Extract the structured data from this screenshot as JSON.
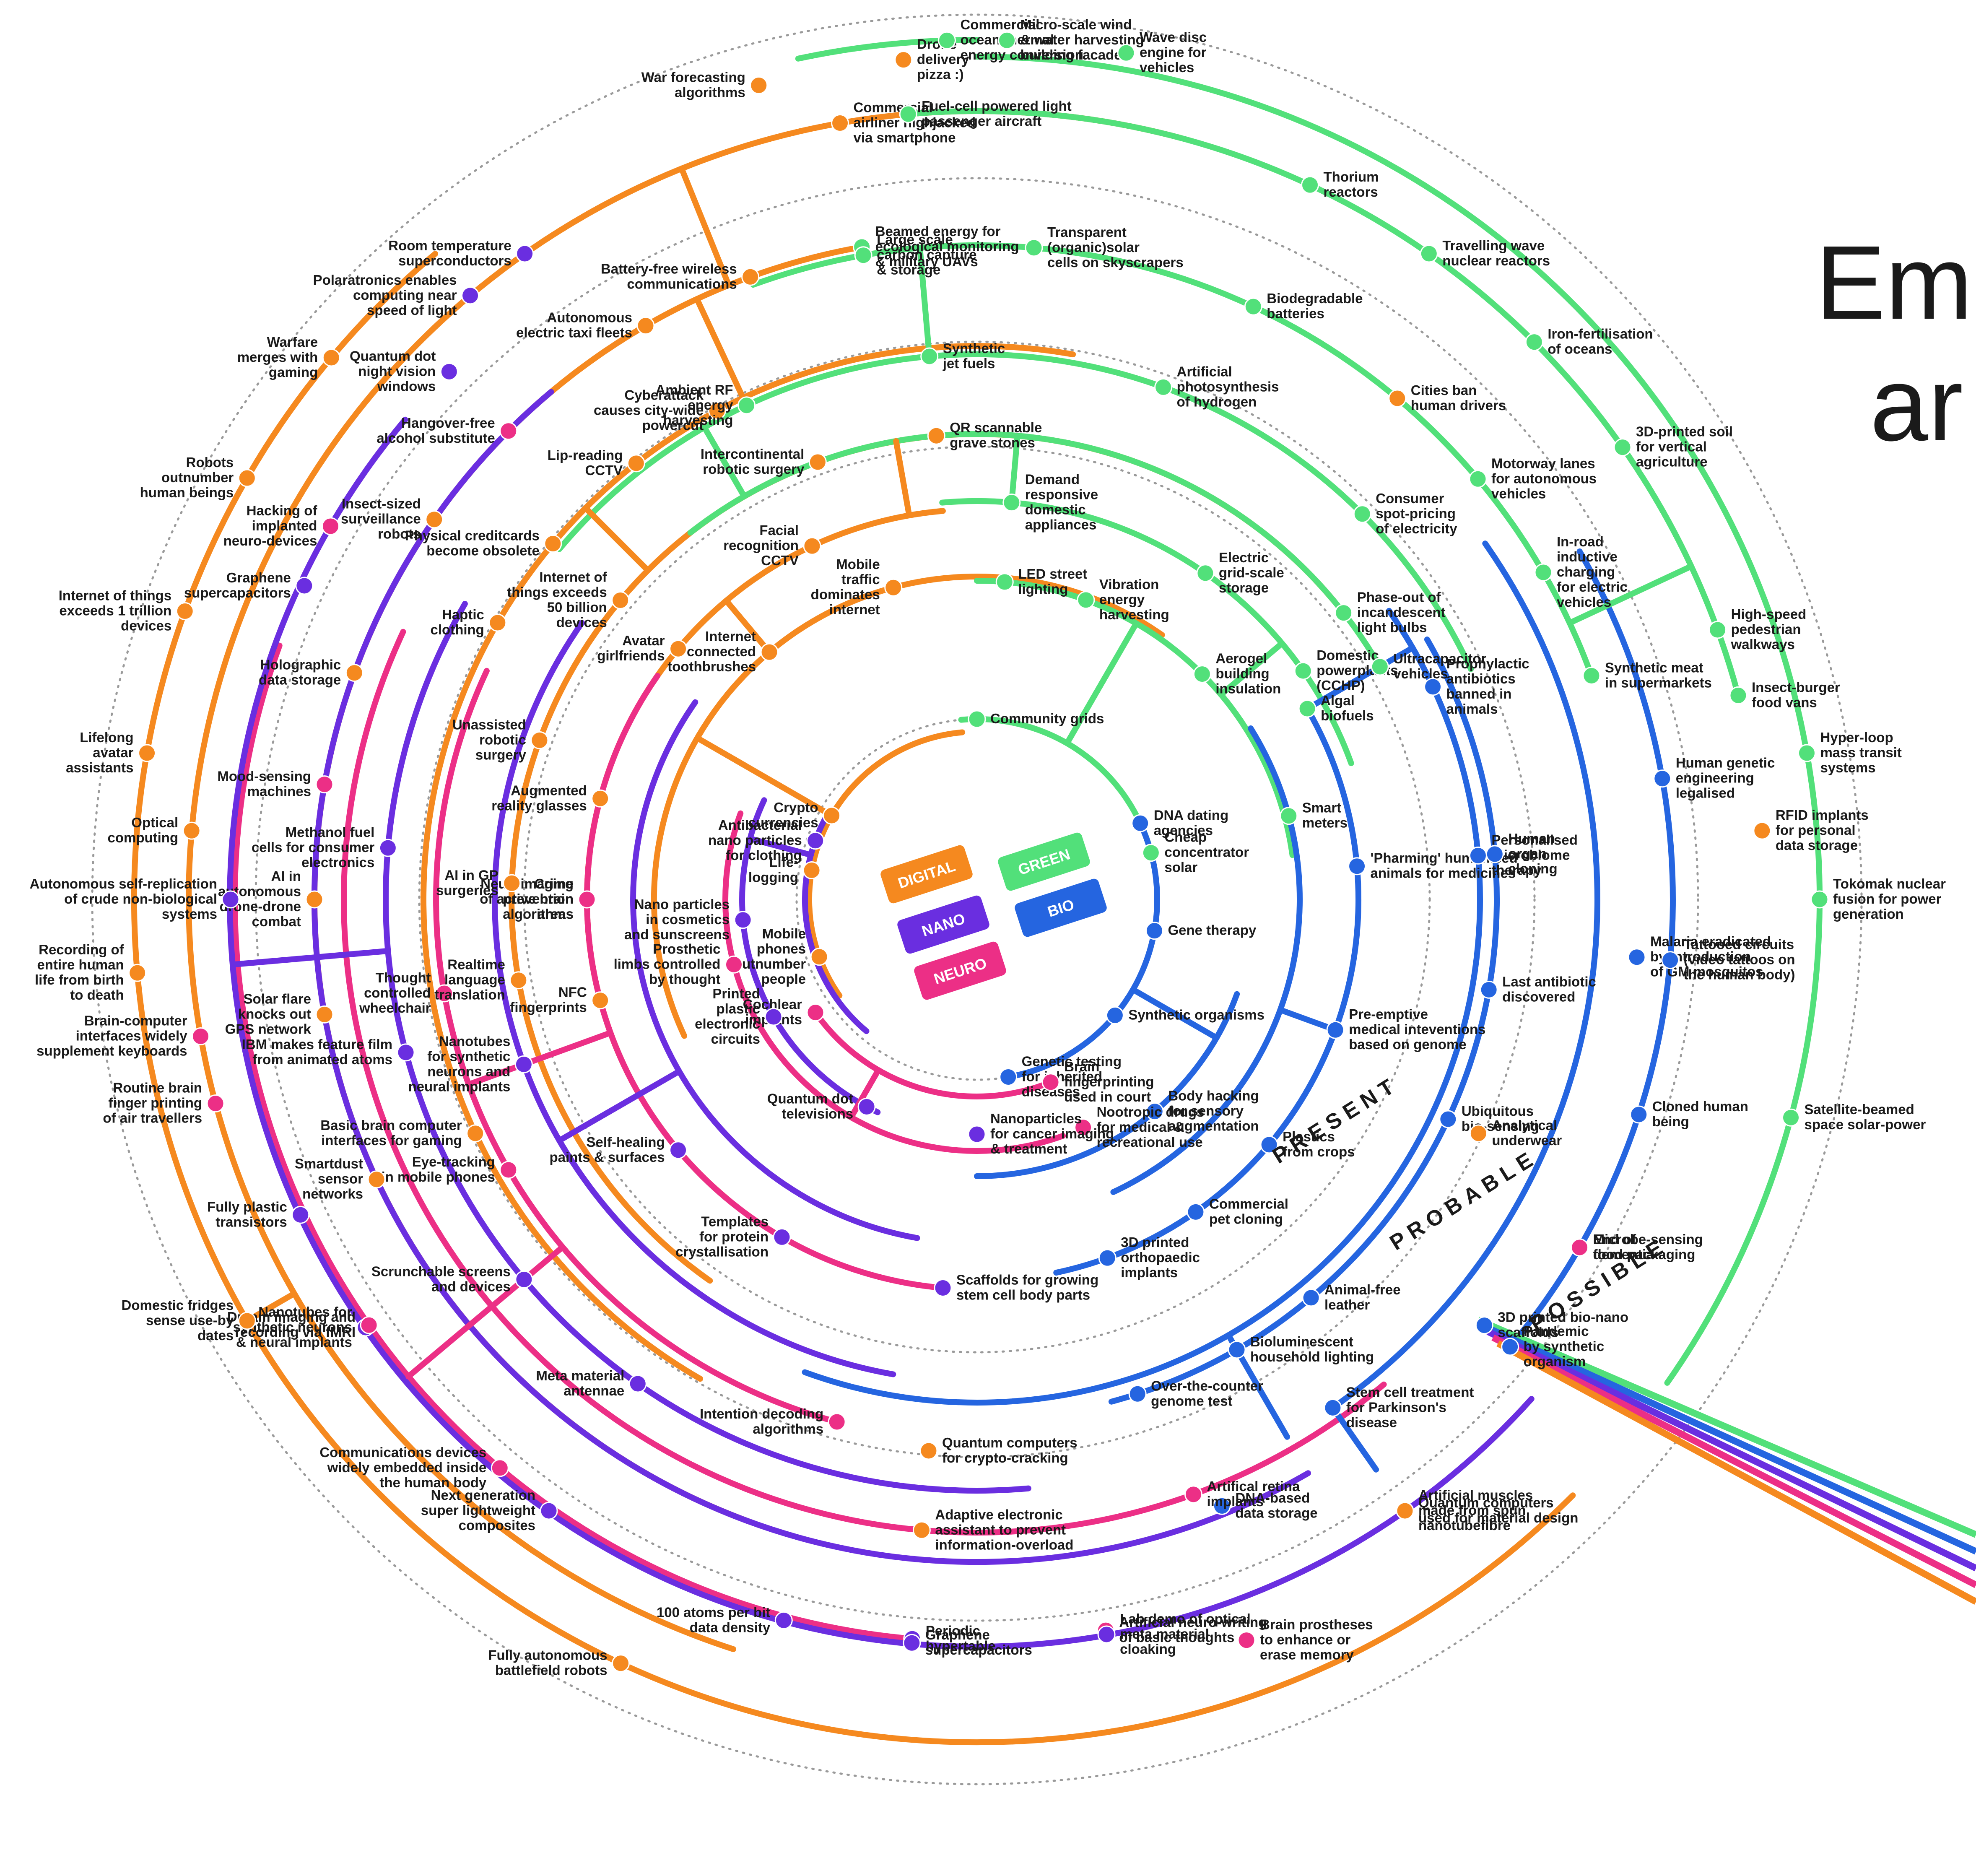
{
  "title": {
    "line1": "Eme",
    "line2": "ar"
  },
  "colors": {
    "digital": "#f5891f",
    "green": "#52e07a",
    "nano": "#6a2ee0",
    "neuro": "#ec2f86",
    "bio": "#2565e0"
  },
  "categories": [
    {
      "key": "digital",
      "label": "DIGITAL",
      "color": "#f5891f"
    },
    {
      "key": "green",
      "label": "GREEN",
      "color": "#52e07a"
    },
    {
      "key": "nano",
      "label": "NANO",
      "color": "#6a2ee0"
    },
    {
      "key": "bio",
      "label": "BIO",
      "color": "#2565e0"
    },
    {
      "key": "neuro",
      "label": "NEURO",
      "color": "#ec2f86"
    }
  ],
  "eras": [
    "PRESENT",
    "PROBABLE",
    "POSSIBLE"
  ],
  "items": [
    {
      "t": "Crypto\ncurrencies",
      "c": "digital"
    },
    {
      "t": "Life-\nlogging",
      "c": "digital"
    },
    {
      "t": "Mobile\nphones\noutnumber\npeople",
      "c": "digital"
    },
    {
      "t": "Community grids",
      "c": "green"
    },
    {
      "t": "Cheap\nconcentrator\nsolar",
      "c": "green"
    },
    {
      "t": "Smart\nmeters",
      "c": "green"
    },
    {
      "t": "DNA dating\nagencies",
      "c": "bio"
    },
    {
      "t": "Gene therapy",
      "c": "bio"
    },
    {
      "t": "Synthetic organisms",
      "c": "bio"
    },
    {
      "t": "Genetic testing\nfor inherited\ndiseases",
      "c": "bio"
    },
    {
      "t": "Body hacking\nfor sensory\naugmentation",
      "c": "bio"
    },
    {
      "t": "Nootropic drugs\nfor medical &\nrecreational use",
      "c": "neuro"
    },
    {
      "t": "Brain\nfingerprinting\nused in court",
      "c": "neuro"
    },
    {
      "t": "Cochlear\nimplants",
      "c": "neuro"
    },
    {
      "t": "Antibacterial\nnano particles\nfor clothing",
      "c": "nano"
    },
    {
      "t": "Quantum dot\ntelevisions",
      "c": "nano"
    },
    {
      "t": "Nanoparticles\nfor cancer imaging\n& treatment",
      "c": "nano"
    },
    {
      "t": "Printed\nplastic\nelectronic\ncircuits",
      "c": "nano"
    },
    {
      "t": "Nano particles\nin cosmetics\nand sunscreens",
      "c": "nano"
    },
    {
      "t": "Prosthetic\nlimbs controlled\nby thought",
      "c": "neuro"
    },
    {
      "t": "Internet\nconnected\ntoothbrushes",
      "c": "digital"
    },
    {
      "t": "Mobile\ntraffic\ndominates\ninternet",
      "c": "digital"
    },
    {
      "t": "Vibration\nenergy\nharvesting",
      "c": "green"
    },
    {
      "t": "Aerogel\nbuilding\ninsulation",
      "c": "green"
    },
    {
      "t": "LED street\nlighting",
      "c": "green"
    },
    {
      "t": "Demand\nresponsive\ndomestic\nappliances",
      "c": "green"
    },
    {
      "t": "Electric\ngrid-scale\nstorage",
      "c": "green"
    },
    {
      "t": "Domestic\npowerplants\n(CCHP)",
      "c": "green"
    },
    {
      "t": "Phase-out of\nincandescent\nlight bulbs",
      "c": "green"
    },
    {
      "t": "Algal\nbiofuels",
      "c": "green"
    },
    {
      "t": "Ultracapacitor\nvehicles",
      "c": "green"
    },
    {
      "t": "'Pharming' humanised\nanimals for medicines",
      "c": "bio"
    },
    {
      "t": "Pre-emptive\nmedical inteventions\nbased on genome",
      "c": "bio"
    },
    {
      "t": "Plastics\nfrom crops",
      "c": "bio"
    },
    {
      "t": "Commercial\npet cloning",
      "c": "bio"
    },
    {
      "t": "3D printed\northopaedic\nimplants",
      "c": "bio"
    },
    {
      "t": "Personalised\nmicrobiome\ntherapy",
      "c": "bio"
    },
    {
      "t": "Prophylactic\nantibiotics\nbanned in\nanimals",
      "c": "bio"
    },
    {
      "t": "Scaffolds for growing\nstem cell body parts",
      "c": "nano"
    },
    {
      "t": "Templates\nfor protein\ncrystallisation",
      "c": "nano"
    },
    {
      "t": "Self-healing\npaints & surfaces",
      "c": "nano"
    },
    {
      "t": "Crime\nprevention\nalgorithms",
      "c": "digital"
    },
    {
      "t": "Augmented\nreality glasses",
      "c": "digital"
    },
    {
      "t": "NFC\nfingerprints",
      "c": "digital"
    },
    {
      "t": "Avatar\ngirlfriends",
      "c": "digital"
    },
    {
      "t": "Facial\nrecognition\nCCTV",
      "c": "digital"
    },
    {
      "t": "QR scannable\ngrave stones",
      "c": "digital"
    },
    {
      "t": "Intercontinental\nrobotic surgery",
      "c": "digital"
    },
    {
      "t": "Neuroimaging\nof active brain\nareas",
      "c": "neuro"
    },
    {
      "t": "Nanotubes\nfor synthetic\nneurons and\nneural implants",
      "c": "nano"
    },
    {
      "t": "Thought\ncontrolled\nwheelchair",
      "c": "neuro"
    },
    {
      "t": "Basic brain computer\ninterfaces for gaming",
      "c": "digital"
    },
    {
      "t": "Realtime\nlanguage\ntranslation",
      "c": "digital"
    },
    {
      "t": "AI in GP\nsurgeries",
      "c": "digital"
    },
    {
      "t": "Unassisted\nrobotic\nsurgery",
      "c": "digital"
    },
    {
      "t": "Internet of\nthings exceeds\n50 billion\ndevices",
      "c": "digital"
    },
    {
      "t": "Lip-reading\nCCTV",
      "c": "digital"
    },
    {
      "t": "Cyberattack\ncauses city-wide\npowercut",
      "c": "digital"
    },
    {
      "t": "Ambient RF\nenergy\nharvesting",
      "c": "green"
    },
    {
      "t": "Synthetic\njet fuels",
      "c": "green"
    },
    {
      "t": "Artificial\nphotosynthesis\nof hydrogen",
      "c": "green"
    },
    {
      "t": "Consumer\nspot-pricing\nof electricity",
      "c": "green"
    },
    {
      "t": "Motorway lanes\nfor autonomous\nvehicles",
      "c": "green"
    },
    {
      "t": "In-road\ninductive\ncharging\nfor electric\nvehicles",
      "c": "green"
    },
    {
      "t": "Synthetic meat\nin supermarkets",
      "c": "green"
    },
    {
      "t": "Human\norgan\ncloning",
      "c": "bio"
    },
    {
      "t": "Last antibiotic\ndiscovered",
      "c": "bio"
    },
    {
      "t": "Ubiquitous\nbio-sensing",
      "c": "bio"
    },
    {
      "t": "Analytical\nunderwear",
      "c": "digital"
    },
    {
      "t": "Animal-free\nleather",
      "c": "bio"
    },
    {
      "t": "Bioluminescent\nhousehold lighting",
      "c": "bio"
    },
    {
      "t": "Over-the-counter\ngenome test",
      "c": "bio"
    },
    {
      "t": "Stem cell treatment\nfor Parkinson's\ndisease",
      "c": "bio"
    },
    {
      "t": "Quantum computers\nfor crypto-cracking",
      "c": "digital"
    },
    {
      "t": "Intention decoding\nalgorithms",
      "c": "neuro"
    },
    {
      "t": "Meta material\nantennae",
      "c": "nano"
    },
    {
      "t": "Scrunchable screens\nand devices",
      "c": "nano"
    },
    {
      "t": "Eye-tracking\nin mobile phones",
      "c": "neuro"
    },
    {
      "t": "IBM makes feature film\nfrom animated atoms",
      "c": "nano"
    },
    {
      "t": "Methanol fuel\ncells for consumer\nelectronics",
      "c": "nano"
    },
    {
      "t": "Smartdust\nsensor\nnetworks",
      "c": "digital"
    },
    {
      "t": "Solar flare\nknocks out\nGPS network",
      "c": "digital"
    },
    {
      "t": "AI in\nautonomous\ndrone-drone\ncombat",
      "c": "digital"
    },
    {
      "t": "Holographic\ndata storage",
      "c": "digital"
    },
    {
      "t": "Insect-sized\nsurveillance\nrobots",
      "c": "digital"
    },
    {
      "t": "Hangover-free\nalcohol substitute",
      "c": "neuro"
    },
    {
      "t": "Mood-sensing\nmachines",
      "c": "neuro"
    },
    {
      "t": "Haptic\nclothing",
      "c": "digital"
    },
    {
      "t": "Physical creditcards\nbecome obsolete",
      "c": "digital"
    },
    {
      "t": "Autonomous\nelectric taxi fleets",
      "c": "digital"
    },
    {
      "t": "Battery-free wireless\ncommunications",
      "c": "digital"
    },
    {
      "t": "Beamed energy for\necological monitoring\n& military UAVs",
      "c": "green"
    },
    {
      "t": "Large scale\ncarbon capture\n& storage",
      "c": "green"
    },
    {
      "t": "Transparent\n(organic)solar\ncells on skyscrapers",
      "c": "green"
    },
    {
      "t": "Biodegradable\nbatteries",
      "c": "green"
    },
    {
      "t": "Cities ban\nhuman drivers",
      "c": "digital"
    },
    {
      "t": "Commercial\nairliner highjacked\nvia smartphone",
      "c": "digital"
    },
    {
      "t": "Room temperature\nsuperconductors",
      "c": "nano"
    },
    {
      "t": "Quantum dot\nnight vision\nwindows",
      "c": "nano"
    },
    {
      "t": "Hacking of\nimplanted\nneuro-devices",
      "c": "neuro"
    },
    {
      "t": "Graphene\nsupercapacitors",
      "c": "nano"
    },
    {
      "t": "Fuel-cell powered light\npassenger aircraft",
      "c": "green"
    },
    {
      "t": "Travelling wave\nnuclear reactors",
      "c": "green"
    },
    {
      "t": "Thorium\nreactors",
      "c": "green"
    },
    {
      "t": "Iron-fertilisation\nof oceans",
      "c": "green"
    },
    {
      "t": "3D-printed soil\nfor vertical\nagriculture",
      "c": "green"
    },
    {
      "t": "High-speed\npedestrian\nwalkways",
      "c": "green"
    },
    {
      "t": "Insect-burger\nfood vans",
      "c": "green"
    },
    {
      "t": "Hyper-loop\nmass transit\nsystems",
      "c": "green"
    },
    {
      "t": "Tokomak nuclear\nfusion for power\ngeneration",
      "c": "green"
    },
    {
      "t": "Satellite-beamed\nspace solar-power",
      "c": "green"
    },
    {
      "t": "RFID implants\nfor personal\ndata storage",
      "c": "digital"
    },
    {
      "t": "Malaria eradicated\nby introduction\nof GM mosquitos",
      "c": "bio"
    },
    {
      "t": "Human genetic\nengineering\nlegalised",
      "c": "bio"
    },
    {
      "t": "Tattooed circuits\n(video tattoos on\nthe human body)",
      "c": "bio"
    },
    {
      "t": "Cloned human\nbeing",
      "c": "bio"
    },
    {
      "t": "Microbe-sensing\nfood packaging",
      "c": "bio"
    },
    {
      "t": "Pandemic\nby synthetic\norganism",
      "c": "bio"
    },
    {
      "t": "End of\ndementia",
      "c": "neuro"
    },
    {
      "t": "3D printed bio-nano\nscaffolds",
      "c": "bio"
    },
    {
      "t": "Artificial muscles\nmade from spun\nnanotubefibre",
      "c": "nano"
    },
    {
      "t": "DNA-based\ndata storage",
      "c": "bio"
    },
    {
      "t": "Quantum computers\nused for material design",
      "c": "digital"
    },
    {
      "t": "Brain prostheses\nto enhance or\nerase memory",
      "c": "neuro"
    },
    {
      "t": "Artificial neuro-writing\nof basic thoughts",
      "c": "neuro"
    },
    {
      "t": "Periodic\nhypertable",
      "c": "nano"
    },
    {
      "t": "Graphene\nsupercapacitors",
      "c": "nano"
    },
    {
      "t": "Lab demo of optical\nmeta material\ncloaking",
      "c": "nano"
    },
    {
      "t": "Artifical retina\nimplants",
      "c": "neuro"
    },
    {
      "t": "Adaptive electronic\nassistant to prevent\ninformation-overload",
      "c": "digital"
    },
    {
      "t": "100 atoms per bit\ndata density",
      "c": "nano"
    },
    {
      "t": "Next generation\nsuper lightweight\ncomposites",
      "c": "nano"
    },
    {
      "t": "Nanotubes for\nsynthetic neurons\n& neural implants",
      "c": "nano"
    },
    {
      "t": "Fully plastic\ntransistors",
      "c": "nano"
    },
    {
      "t": "Brain-computer\ninterfaces widely\nsupplement keyboards",
      "c": "neuro"
    },
    {
      "t": "Routine brain\nfinger printing\nof air travellers",
      "c": "neuro"
    },
    {
      "t": "Dream imaging and\nrecording via fMRI",
      "c": "neuro"
    },
    {
      "t": "Domestic fridges\nsense use-by\ndates",
      "c": "digital"
    },
    {
      "t": "Communications devices\nwidely embedded inside\nthe human body",
      "c": "neuro"
    },
    {
      "t": "Fully autonomous\nbattlefield robots",
      "c": "digital"
    },
    {
      "t": "Optical\ncomputing",
      "c": "digital"
    },
    {
      "t": "Recording of\nentire human\nlife from birth\nto death",
      "c": "digital"
    },
    {
      "t": "Autonomous self-replication\nof crude non-biological\nsystems",
      "c": "nano"
    },
    {
      "t": "Lifelong\navatar\nassistants",
      "c": "digital"
    },
    {
      "t": "Internet of things\nexceeds 1 trillion\ndevices",
      "c": "digital"
    },
    {
      "t": "Robots\noutnumber\nhuman beings",
      "c": "digital"
    },
    {
      "t": "Warfare\nmerges with\ngaming",
      "c": "digital"
    },
    {
      "t": "Polaratronics enables\ncomputing near\nspeed of light",
      "c": "nano"
    },
    {
      "t": "War forecasting\nalgorithms",
      "c": "digital"
    },
    {
      "t": "Drone\ndelivery\npizza :)",
      "c": "digital"
    },
    {
      "t": "Commercial\nocean thermal\nenergy conversion",
      "c": "green"
    },
    {
      "t": "Micro-scale wind\n& water harvesting\nbuilding facades",
      "c": "green"
    },
    {
      "t": "Wave disc\nengine for\nvehicles",
      "c": "green"
    }
  ]
}
